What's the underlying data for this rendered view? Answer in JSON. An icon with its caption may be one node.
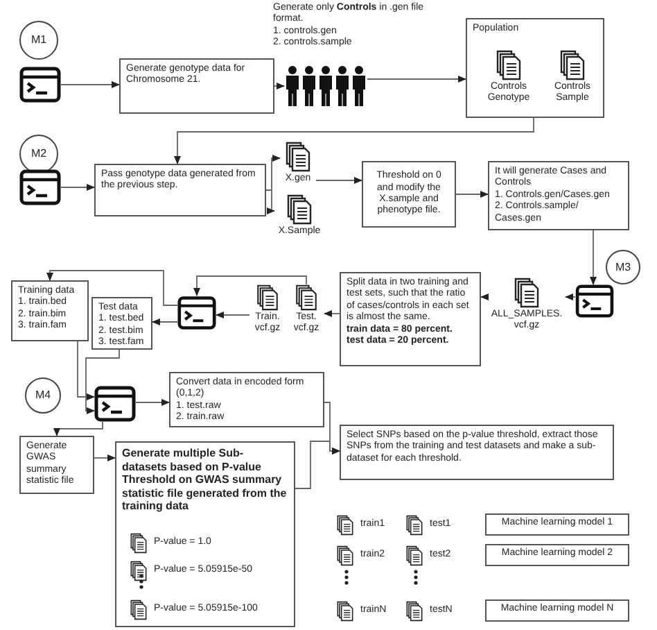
{
  "diagram": {
    "nodes": [
      {
        "text": [
          "M1"
        ]
      },
      {
        "text": [],
        "shape": "box"
      },
      {
        "text": [
          "Generate genotype data for Chromosome 21."
        ]
      },
      {
        "text": [],
        "shape": "person",
        "beside": [
          "Generate only **Controls** in .gen file format.",
          "1. controls.gen",
          "2. controls.sample"
        ]
      },
      {
        "text": [
          "Population"
        ]
      },
      {
        "text": [
          "Controls Genotype"
        ],
        "in": 4
      },
      {
        "text": [
          "Controls Sample"
        ],
        "in": 4
      },
      {
        "text": [
          "M2"
        ]
      },
      {
        "text": [],
        "shape": "box"
      },
      {
        "text": [
          "Pass genotype data generated from the previous step."
        ]
      },
      {
        "text": [
          "X.gen"
        ]
      },
      {
        "text": [
          "X.Sample"
        ]
      },
      {
        "text": [
          "Threshold on 0 and modify the X.sample and phenotype file."
        ]
      },
      {
        "text": [
          "It will generate Cases and Controls",
          "1. Controls.gen/Cases.gen",
          "2. Controls.sample/ Cases.gen"
        ]
      },
      {
        "text": [
          "M3"
        ]
      },
      {
        "text": [],
        "shape": "box"
      },
      {
        "text": [
          "ALL_SAMPLES. vcf.gz"
        ]
      },
      {
        "text": [
          "Split data in two training and test sets, such that the ratio of cases/controls in each set is almost the same.",
          "train data = 80 percent.",
          "test data = 20 percent."
        ]
      },
      {
        "text": [
          "Train. vcf.gz"
        ]
      },
      {
        "text": [
          "Test. vcf.gz"
        ]
      },
      {
        "text": [],
        "shape": "box"
      },
      {
        "text": [
          "Training data",
          "1. train.bed",
          "2. train.bim",
          "3. train.fam"
        ]
      },
      {
        "text": [
          "Test data",
          "1. test.bed",
          "2. test.bim",
          "3. test.fam"
        ]
      },
      {
        "text": [
          "M4"
        ]
      },
      {
        "text": [],
        "shape": "box"
      },
      {
        "text": [
          "Convert data in encoded form (0,1,2)",
          "1. test.raw",
          "2. train.raw"
        ]
      },
      {
        "text": [
          "Generate GWAS summary statistic file"
        ]
      },
      {
        "text": [
          "Generate multiple Sub-datasets based on P-value Threshold on GWAS summary statistic file generated from the training data"
        ]
      },
      {
        "text": [
          "P-value = 1.0"
        ],
        "in": 27
      },
      {
        "text": [
          "P-value = 5.05915e-50"
        ],
        "in": 27
      },
      {
        "text": [
          "P-value = 5.05915e-100"
        ],
        "in": 27
      },
      {
        "text": [
          "Select SNPs based on the p-value threshold, extract those SNPs from the training and test datasets and make a sub-dataset for each threshold."
        ]
      },
      {
        "text": [
          "train1"
        ]
      },
      {
        "text": [
          "test1"
        ]
      },
      {
        "text": [
          "Machine learning model 1"
        ]
      },
      {
        "text": [
          "train2"
        ]
      },
      {
        "text": [
          "test2"
        ]
      },
      {
        "text": [
          "Machine learning model 2"
        ]
      },
      {
        "text": [
          "trainN"
        ]
      },
      {
        "text": [
          "testN"
        ]
      },
      {
        "text": [
          "Machine learning model N"
        ]
      }
    ],
    "edges": [
      {
        "from": 1,
        "to": 2,
        "arrow": "to"
      },
      {
        "from": 2,
        "to": 3,
        "arrow": "to"
      },
      {
        "from": 3,
        "to": 4,
        "arrow": "to"
      },
      {
        "from": 4,
        "to": 9,
        "arrow": "to"
      },
      {
        "from": 8,
        "to": 9,
        "arrow": "to"
      },
      {
        "from": 9,
        "to": 10,
        "arrow": "to"
      },
      {
        "from": 9,
        "to": 11,
        "arrow": "to"
      },
      {
        "from": 10,
        "to": 12,
        "arrow": "to"
      },
      {
        "from": 12,
        "to": 13,
        "arrow": "to"
      },
      {
        "from": 13,
        "to": 15,
        "arrow": "to"
      },
      {
        "from": 15,
        "to": 16,
        "arrow": "to"
      },
      {
        "from": 16,
        "to": 17,
        "arrow": "to"
      },
      {
        "from": 17,
        "to": 19,
        "arrow": "to"
      },
      {
        "from": 19,
        "to": 20,
        "arrow": "to"
      },
      {
        "from": 18,
        "to": 20,
        "arrow": "to"
      },
      {
        "from": 20,
        "to": 21,
        "arrow": "to"
      },
      {
        "from": 20,
        "to": 22,
        "arrow": "to"
      },
      {
        "from": 21,
        "to": 24,
        "arrow": "to"
      },
      {
        "from": 22,
        "to": 24,
        "arrow": "to"
      },
      {
        "from": 24,
        "to": 25,
        "arrow": "to"
      },
      {
        "from": 24,
        "to": 26,
        "arrow": "to"
      },
      {
        "from": 26,
        "to": 27,
        "arrow": "to"
      },
      {
        "from": 25,
        "to": 31,
        "arrow": "to"
      },
      {
        "from": 27,
        "to": 31,
        "arrow": "to"
      }
    ]
  }
}
